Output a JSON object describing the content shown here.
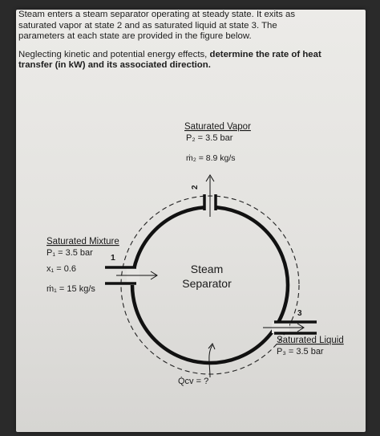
{
  "problem": {
    "paragraph1": "Steam enters a steam separator operating at steady state. It exits as saturated vapor at state 2 and as saturated liquid at state 3. The parameters at each state are provided in the figure below.",
    "paragraph2_plain": "Neglecting kinetic and potential energy effects, ",
    "paragraph2_bold": "determine the rate of heat transfer (in kW) and its associated direction."
  },
  "figure": {
    "vapor": {
      "title": "Saturated Vapor",
      "pressure": "P₂ = 3.5 bar",
      "mass_flow": "ṁ₂ = 8.9 kg/s",
      "state": "2"
    },
    "mixture": {
      "title": "Saturated Mixture",
      "pressure": "P₁ = 3.5 bar",
      "quality": "x₁ = 0.6",
      "mass_flow": "ṁ₁ = 15 kg/s",
      "state": "1"
    },
    "liquid": {
      "title": "Saturated Liquid",
      "pressure": "P₃ = 3.5 bar",
      "state": "3"
    },
    "separator": {
      "line1": "Steam",
      "line2": "Separator"
    },
    "heat": "Q̇cv = ?"
  }
}
